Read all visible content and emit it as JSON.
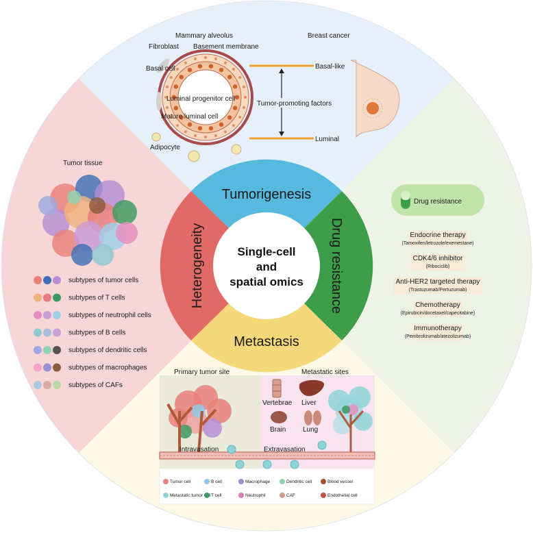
{
  "colors": {
    "tumorigenesis": "#56b9dd",
    "drug_resistance": "#3e9d48",
    "metastasis": "#f4d87a",
    "heterogeneity": "#e06b66",
    "bg_top": "#e6f0fa",
    "bg_right": "#eef3e6",
    "bg_left": "#f6d6d6",
    "bg_bottom": "#fdf9e6"
  },
  "center": {
    "line1": "Single-cell",
    "line2": "and",
    "line3": "spatial omics"
  },
  "ring": {
    "tumorigenesis": "Tumorigenesis",
    "drug_resistance": "Drug resistance",
    "metastasis": "Metastasis",
    "heterogeneity": "Heterogeneity"
  },
  "tumorigenesis_panel": {
    "mammary_alveolus": "Mammary alveolus",
    "fibroblast": "Fibroblast",
    "basement_membrane": "Basement membrane",
    "basal_cell": "Basal cell",
    "luminal_progenitor": "Luminal progenitor cell",
    "mature_luminal": "Mature luminal cell",
    "adipocyte": "Adipocyte",
    "tumor_promoting": "Tumor-promoting factors",
    "breast_cancer": "Breast cancer",
    "basal_like": "Basal-like",
    "luminal": "Luminal"
  },
  "heterogeneity_panel": {
    "tumor_tissue": "Tumor tissue",
    "subtypes": [
      {
        "label": "subtypes of tumor cells",
        "colors": [
          "#e8807a",
          "#3f6fb5",
          "#b48fd3"
        ]
      },
      {
        "label": "subtypes of T cells",
        "colors": [
          "#f0b27d",
          "#e77c7c",
          "#3a9a62"
        ]
      },
      {
        "label": "subtypes of neutrophil cells",
        "colors": [
          "#e58ec0",
          "#c99ad8",
          "#9fd0e8"
        ]
      },
      {
        "label": "subtypes of B cells",
        "colors": [
          "#8fc8cf",
          "#a7c0d8",
          "#c7a2d6"
        ]
      },
      {
        "label": "subtypes of dendritic cells",
        "colors": [
          "#9fa8e0",
          "#8fd3b0",
          "#555555"
        ]
      },
      {
        "label": "subtypes of macrophages",
        "colors": [
          "#f2a4c8",
          "#9a8fd0",
          "#8a5a3c"
        ]
      },
      {
        "label": "subtypes of CAFs",
        "colors": [
          "#a8c8e0",
          "#d9a9a0",
          "#b8d8a8"
        ]
      }
    ]
  },
  "drug_panel": {
    "title": "Drug resistance",
    "therapies": [
      {
        "name": "Endocrine therapy",
        "detail": "(Tamoxifen/letrozole/exemestane)"
      },
      {
        "name": "CDK4/6 inhibitor",
        "detail": "(Ribociclib)"
      },
      {
        "name": "Anti-HER2 targeted therapy",
        "detail": "(Trastuzumab/Pertuzumab)"
      },
      {
        "name": "Chemotherapy",
        "detail": "(Epirubicin/docetaxel/capecitabine)"
      },
      {
        "name": "Immunotherapy",
        "detail": "(Pembrolizumab/atezolizumab)"
      }
    ]
  },
  "metastasis_panel": {
    "primary_site": "Primary tumor site",
    "metastatic_sites": "Metastatic sites",
    "organs": [
      "Vertebrae",
      "Liver",
      "Brain",
      "Lung"
    ],
    "intravasation": "Intravasation",
    "extravasation": "Extravasation",
    "legend": [
      {
        "label": "Tumor cell",
        "color": "#e8807a"
      },
      {
        "label": "B cell",
        "color": "#8fc8e8"
      },
      {
        "label": "Macrophage",
        "color": "#9a8fd0"
      },
      {
        "label": "Dendritic cell",
        "color": "#8fd3b0"
      },
      {
        "label": "Blood vessel",
        "color": "#a0522d"
      },
      {
        "label": "Metastatic tumor cell",
        "color": "#8fd3d8"
      },
      {
        "label": "T cell",
        "color": "#3a9a62"
      },
      {
        "label": "Neutrophil",
        "color": "#d27fc0"
      },
      {
        "label": "CAF",
        "color": "#c8a090"
      },
      {
        "label": "Endothelial cell",
        "color": "#c0504d"
      }
    ]
  }
}
